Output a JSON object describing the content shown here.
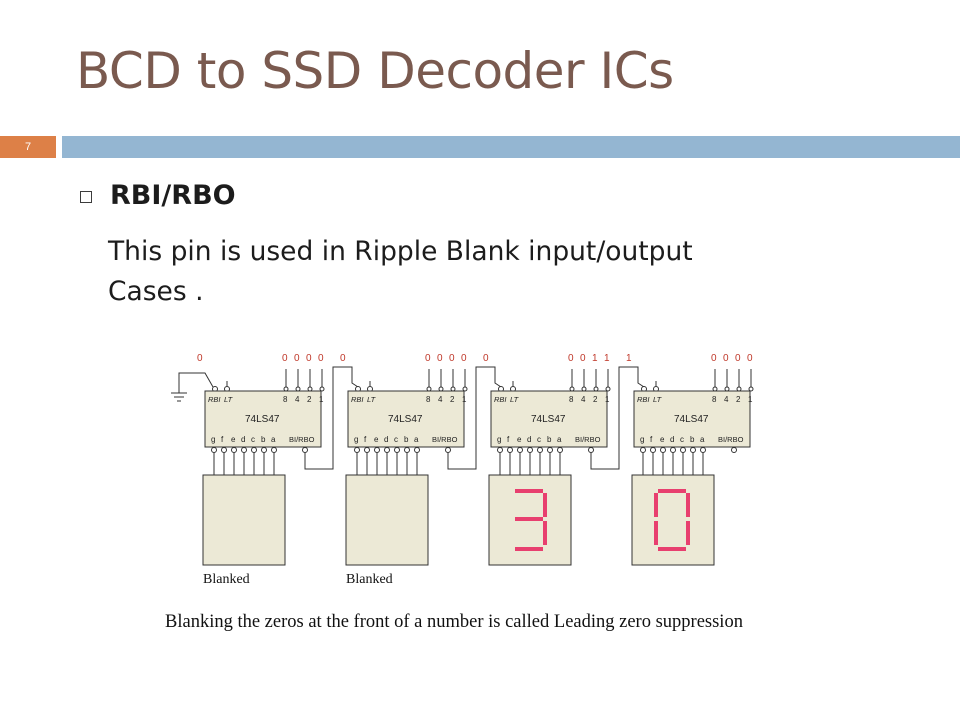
{
  "slide": {
    "title": "BCD to SSD Decoder ICs",
    "number": "7",
    "bullet_heading": "RBI/RBO",
    "body_line1": "This pin is used in Ripple Blank input/output",
    "body_line2": "Cases ."
  },
  "diagram": {
    "stages": [
      {
        "rbi_value": "0",
        "bcd_values": [
          "0",
          "0",
          "0",
          "0"
        ],
        "display": "",
        "display_label": "Blanked"
      },
      {
        "rbi_value": "0",
        "bcd_values": [
          "0",
          "0",
          "0",
          "0"
        ],
        "display": "",
        "display_label": "Blanked"
      },
      {
        "rbi_value": "0",
        "bcd_values": [
          "0",
          "0",
          "1",
          "1"
        ],
        "display": "3",
        "display_label": ""
      },
      {
        "rbi_value": "1",
        "bcd_values": [
          "0",
          "0",
          "0",
          "0"
        ],
        "display": "0",
        "display_label": ""
      }
    ],
    "chip": {
      "name": "74LS47",
      "rbi_label": "RBI",
      "lt_label": "LT",
      "input_labels": [
        "8",
        "4",
        "2",
        "1"
      ],
      "output_labels": [
        "g",
        "f",
        "e",
        "d",
        "c",
        "b",
        "a"
      ],
      "rbo_label": "BI/RBO"
    },
    "colors": {
      "value_text": "#c0392b",
      "segment_on": "#e83f6f",
      "chip_fill": "#ece9d6",
      "display_fill": "#ece9d6"
    }
  },
  "caption": "Blanking the zeros at the front of a number is called Leading zero suppression"
}
